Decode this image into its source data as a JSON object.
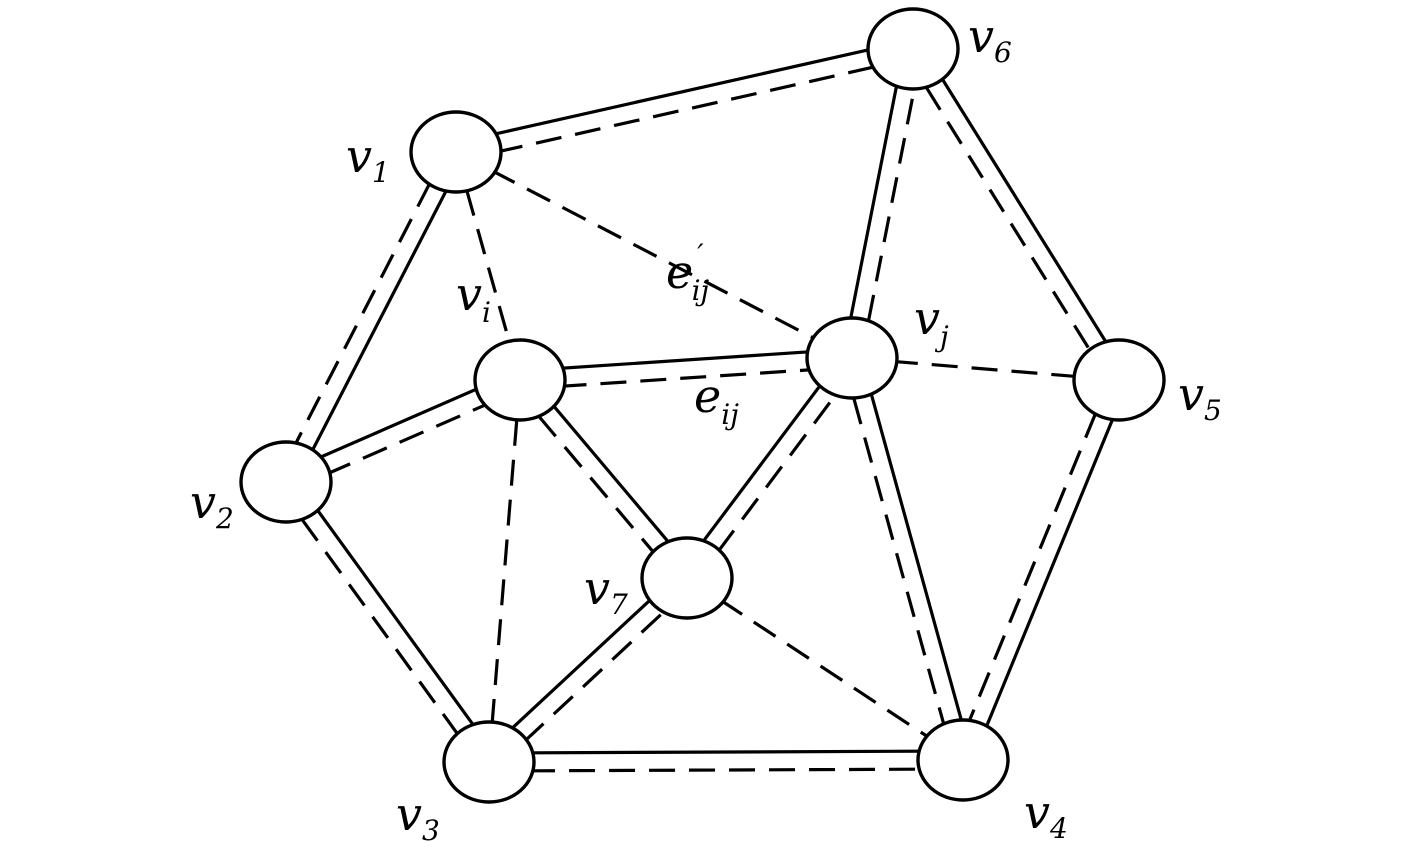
{
  "graph": {
    "nodes": [
      {
        "id": "v1",
        "base": "v",
        "sub": "1"
      },
      {
        "id": "v2",
        "base": "v",
        "sub": "2"
      },
      {
        "id": "v3",
        "base": "v",
        "sub": "3"
      },
      {
        "id": "v4",
        "base": "v",
        "sub": "4"
      },
      {
        "id": "v5",
        "base": "v",
        "sub": "5"
      },
      {
        "id": "v6",
        "base": "v",
        "sub": "6"
      },
      {
        "id": "v7",
        "base": "v",
        "sub": "7"
      },
      {
        "id": "vi",
        "base": "v",
        "sub": "i"
      },
      {
        "id": "vj",
        "base": "v",
        "sub": "j"
      }
    ],
    "edge_labels": {
      "eij": {
        "base": "e",
        "sub": "ij"
      },
      "eij_prime": {
        "base": "e",
        "sub": "ij",
        "sup": "′"
      }
    },
    "solid_edges": [
      [
        "v1",
        "v6"
      ],
      [
        "v1",
        "v2"
      ],
      [
        "v2",
        "vi"
      ],
      [
        "vi",
        "vj"
      ],
      [
        "vi",
        "v7"
      ],
      [
        "v2",
        "v3"
      ],
      [
        "v3",
        "v7"
      ],
      [
        "v3",
        "v4"
      ],
      [
        "v7",
        "vj"
      ],
      [
        "vj",
        "v6"
      ],
      [
        "v6",
        "v5"
      ],
      [
        "v5",
        "v4"
      ],
      [
        "vj",
        "v4"
      ]
    ],
    "dashed_edges": [
      [
        "v1",
        "v6"
      ],
      [
        "v1",
        "v2"
      ],
      [
        "v1",
        "vi"
      ],
      [
        "v1",
        "vj"
      ],
      [
        "v2",
        "vi"
      ],
      [
        "vi",
        "vj"
      ],
      [
        "vi",
        "v7"
      ],
      [
        "vi",
        "v3"
      ],
      [
        "v2",
        "v3"
      ],
      [
        "v3",
        "v7"
      ],
      [
        "v3",
        "v4"
      ],
      [
        "v7",
        "vj"
      ],
      [
        "v7",
        "v4"
      ],
      [
        "vj",
        "v6"
      ],
      [
        "vj",
        "v5"
      ],
      [
        "vj",
        "v4"
      ],
      [
        "v6",
        "v5"
      ],
      [
        "v5",
        "v4"
      ]
    ]
  }
}
